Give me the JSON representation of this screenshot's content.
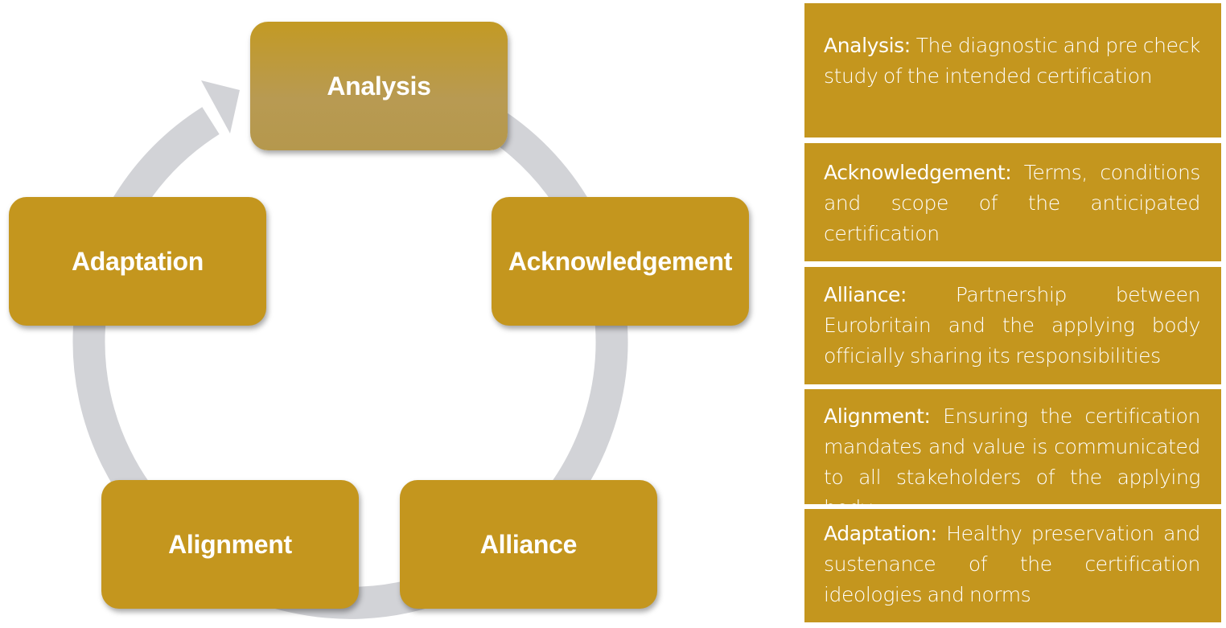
{
  "cycle": {
    "accent_color": "#c4961e",
    "ring_color": "#d2d3d7",
    "nodes": [
      {
        "label": "Analysis"
      },
      {
        "label": "Acknowledgement"
      },
      {
        "label": "Alliance"
      },
      {
        "label": "Alignment"
      },
      {
        "label": "Adaptation"
      }
    ]
  },
  "definitions": [
    {
      "term": "Analysis:",
      "text": "The diagnostic and pre check study of the intended certification"
    },
    {
      "term": "Acknowledgement:",
      "text": "Terms, conditions and scope of the anticipated certification"
    },
    {
      "term": "Alliance:",
      "text": "Partnership between Eurobritain and the applying body officially sharing its responsibilities"
    },
    {
      "term": "Alignment:",
      "text": "Ensuring the certification mandates and value is communicated to all stakeholders of the applying body"
    },
    {
      "term": "Adaptation:",
      "text": "Healthy preservation and sustenance of the certification ideologies and norms"
    }
  ]
}
